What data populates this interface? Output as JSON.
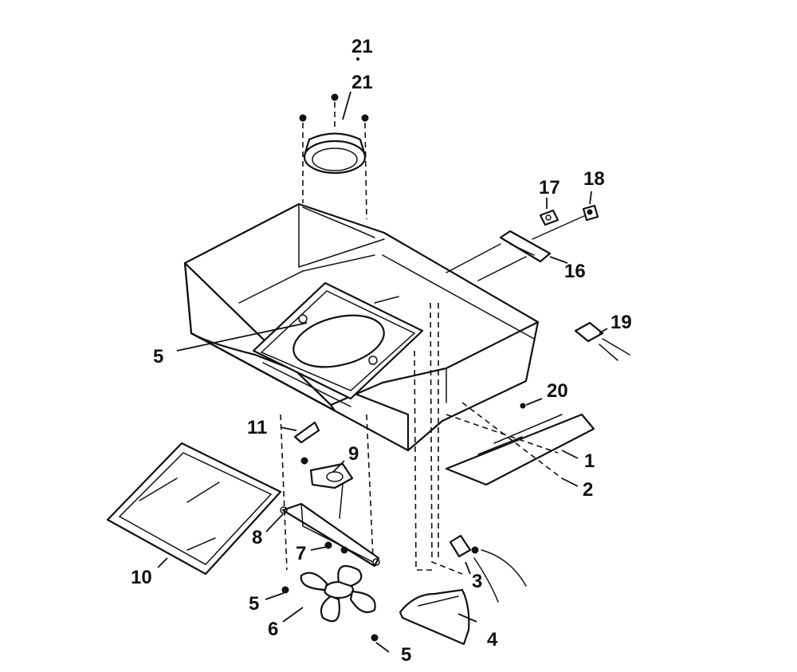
{
  "callouts": [
    {
      "id": "c21a",
      "label": "21"
    },
    {
      "id": "c21b",
      "label": "21"
    },
    {
      "id": "c17",
      "label": "17"
    },
    {
      "id": "c18",
      "label": "18"
    },
    {
      "id": "c16",
      "label": "16"
    },
    {
      "id": "c19",
      "label": "19"
    },
    {
      "id": "c20",
      "label": "20"
    },
    {
      "id": "c5a",
      "label": "5"
    },
    {
      "id": "c11",
      "label": "11"
    },
    {
      "id": "c9",
      "label": "9"
    },
    {
      "id": "c1",
      "label": "1"
    },
    {
      "id": "c2",
      "label": "2"
    },
    {
      "id": "c8",
      "label": "8"
    },
    {
      "id": "c7",
      "label": "7"
    },
    {
      "id": "c10",
      "label": "10"
    },
    {
      "id": "c3",
      "label": "3"
    },
    {
      "id": "c5b",
      "label": "5"
    },
    {
      "id": "c6",
      "label": "6"
    },
    {
      "id": "c4",
      "label": "4"
    },
    {
      "id": "c5c",
      "label": "5"
    }
  ]
}
